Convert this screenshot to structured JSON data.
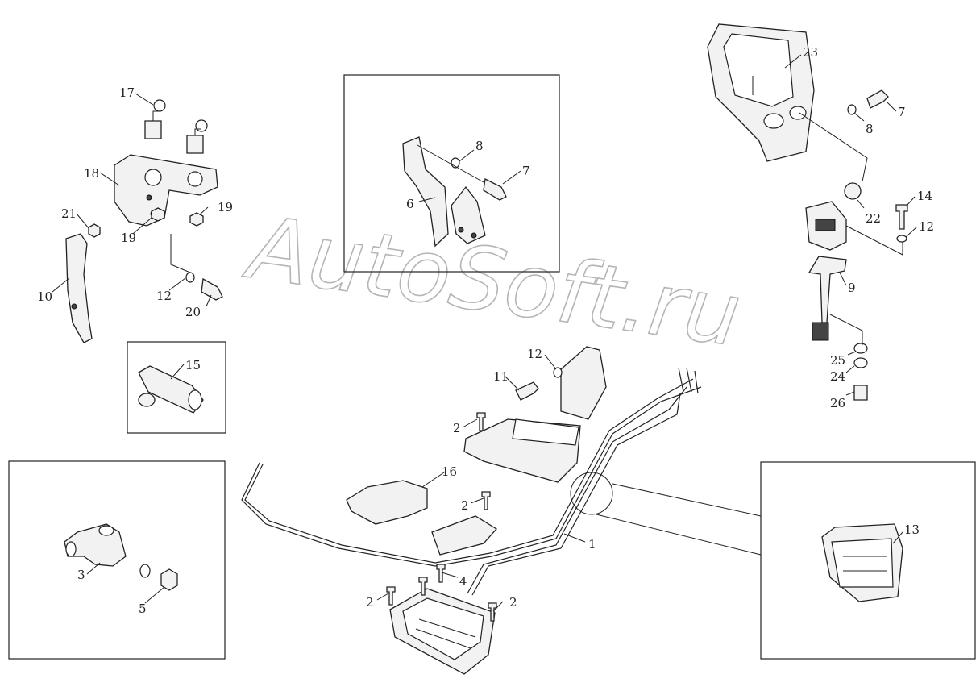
{
  "watermark": "AutoSoft.ru",
  "callouts": {
    "c1": "1",
    "c2a": "2",
    "c2b": "2",
    "c2c": "2",
    "c2d": "2",
    "c3": "3",
    "c4": "4",
    "c5": "5",
    "c6": "6",
    "c7a": "7",
    "c7b": "7",
    "c8a": "8",
    "c8b": "8",
    "c9": "9",
    "c10": "10",
    "c11": "11",
    "c12a": "12",
    "c12b": "12",
    "c12c": "12",
    "c13": "13",
    "c14": "14",
    "c15": "15",
    "c16": "16",
    "c17": "17",
    "c18": "18",
    "c19a": "19",
    "c19b": "19",
    "c20": "20",
    "c21": "21",
    "c22": "22",
    "c23": "23",
    "c24": "24",
    "c25": "25",
    "c26": "26"
  }
}
